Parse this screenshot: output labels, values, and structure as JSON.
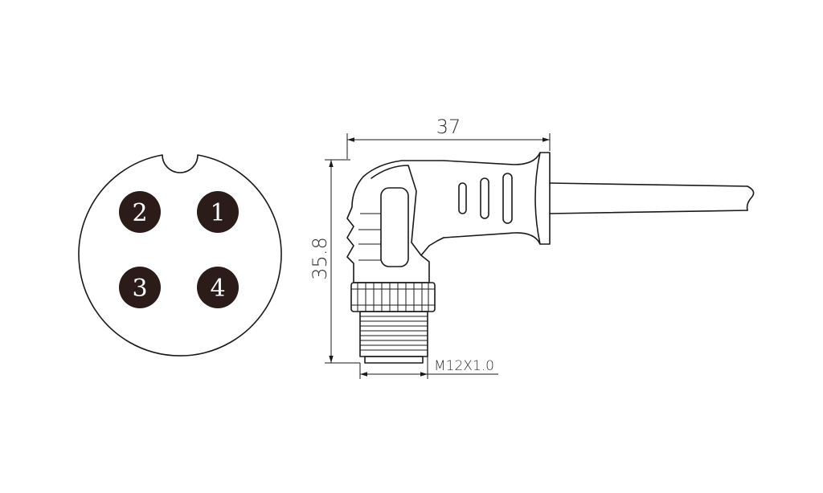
{
  "pinout": {
    "pins": [
      {
        "label": "1"
      },
      {
        "label": "2"
      },
      {
        "label": "3"
      },
      {
        "label": "4"
      }
    ]
  },
  "dimensions": {
    "length": "37",
    "height": "35.8",
    "thread": "M12X1.0"
  },
  "colors": {
    "line": "#1a1a1a",
    "pin_fill": "#2b1c1a",
    "pin_text": "#ffffff",
    "dimension_text": "#333333"
  }
}
